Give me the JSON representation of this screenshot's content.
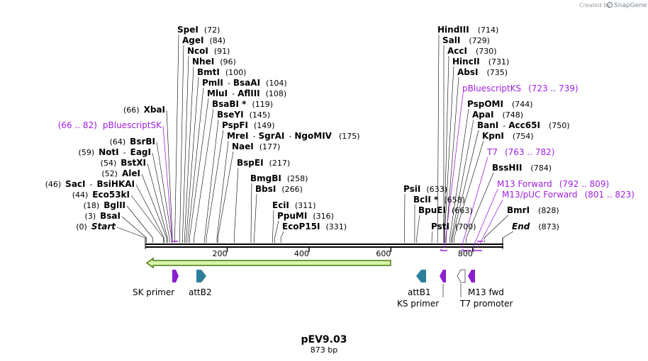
{
  "credit": {
    "prefix": "Created by",
    "brand": "SnapGene"
  },
  "title": "pEV9.03",
  "subtitle": "873 bp",
  "length": 873,
  "ruler": [
    {
      "value": 200,
      "label": "200"
    },
    {
      "value": 400,
      "label": "400"
    },
    {
      "value": 600,
      "label": "600"
    },
    {
      "value": 800,
      "label": "800"
    }
  ],
  "sites_left": [
    {
      "name": "SpeI",
      "pos": "(72)",
      "bp": 72
    },
    {
      "name": "AgeI",
      "pos": "(84)",
      "bp": 84
    },
    {
      "name": "NcoI",
      "pos": "(91)",
      "bp": 91
    },
    {
      "name": "NheI",
      "pos": "(96)",
      "bp": 96
    },
    {
      "name": "BmtI",
      "pos": "(100)",
      "bp": 100
    },
    {
      "name": "PmlI",
      "extra": "BsaAI",
      "pos": "(104)",
      "bp": 104
    },
    {
      "name": "MluI",
      "extra": "AflIII",
      "pos": "(108)",
      "bp": 108
    },
    {
      "name": "BsaBI *",
      "pos": "(119)",
      "bp": 119
    },
    {
      "name": "BseYI",
      "pos": "(145)",
      "bp": 145
    },
    {
      "name": "PspFI",
      "pos": "(149)",
      "bp": 149
    },
    {
      "name": "MreI",
      "extra": "SgrAI",
      "extra2": "NgoMIV",
      "pos": "(175)",
      "bp": 175
    },
    {
      "name": "NaeI",
      "pos": "(177)",
      "bp": 177
    },
    {
      "name": "BspEI",
      "pos": "(217)",
      "bp": 217
    },
    {
      "name": "BmgBI",
      "pos": "(258)",
      "bp": 258
    },
    {
      "name": "BbsI",
      "pos": "(266)",
      "bp": 266
    },
    {
      "name": "EciI",
      "pos": "(311)",
      "bp": 311
    },
    {
      "name": "PpuMI",
      "pos": "(316)",
      "bp": 316
    },
    {
      "name": "EcoP15I",
      "pos": "(331)",
      "bp": 331
    }
  ],
  "sites_far_left": [
    {
      "name": "XbaI",
      "pos": "(66)",
      "bp": 66
    },
    {
      "name": "BsrBI",
      "pos": "(64)",
      "bp": 64
    },
    {
      "name": "NotI",
      "extra": "EagI",
      "pos": "(59)",
      "bp": 59
    },
    {
      "name": "BstXI",
      "pos": "(54)",
      "bp": 54
    },
    {
      "name": "AleI",
      "pos": "(52)",
      "bp": 52
    },
    {
      "name": "SacI",
      "extra": "BsiHKAI",
      "pos": "(46)",
      "bp": 46
    },
    {
      "name": "Eco53kI",
      "pos": "(44)",
      "bp": 44
    },
    {
      "name": "BglII",
      "pos": "(18)",
      "bp": 18
    },
    {
      "name": "BsaI",
      "pos": "(3)",
      "bp": 3
    },
    {
      "name": "Start",
      "pos": "(0)",
      "bp": 0
    }
  ],
  "sites_right": [
    {
      "name": "HindIII",
      "pos": "(714)",
      "bp": 714
    },
    {
      "name": "SalI",
      "pos": "(729)",
      "bp": 729
    },
    {
      "name": "AccI",
      "pos": "(730)",
      "bp": 730
    },
    {
      "name": "HincII",
      "pos": "(731)",
      "bp": 731
    },
    {
      "name": "AbsI",
      "pos": "(735)",
      "bp": 735
    },
    {
      "name": "PspOMI",
      "pos": "(744)",
      "bp": 744
    },
    {
      "name": "ApaI",
      "pos": "(748)",
      "bp": 748
    },
    {
      "name": "BanI",
      "extra": "Acc65I",
      "pos": "(750)",
      "bp": 750
    },
    {
      "name": "KpnI",
      "pos": "(754)",
      "bp": 754
    },
    {
      "name": "BssHII",
      "pos": "(784)",
      "bp": 784
    },
    {
      "name": "BmrI",
      "pos": "(828)",
      "bp": 828
    },
    {
      "name": "End",
      "pos": "(873)",
      "bp": 873
    }
  ],
  "sites_mid": [
    {
      "name": "PsiI",
      "pos": "(633)",
      "bp": 633
    },
    {
      "name": "BclI *",
      "pos": "(658)",
      "bp": 658
    },
    {
      "name": "BpuEI",
      "pos": "(663)",
      "bp": 663
    },
    {
      "name": "PstI",
      "pos": "(700)",
      "bp": 700
    }
  ],
  "primer_labels": [
    {
      "name": "pBluescriptSK",
      "range": "(66 .. 82)"
    },
    {
      "name": "pBluescriptKS",
      "range": "(723 .. 739)"
    },
    {
      "name": "T7",
      "range": "(763 .. 782)"
    },
    {
      "name": "M13 Forward",
      "range": "(792 .. 809)"
    },
    {
      "name": "M13/pUC Forward",
      "range": "(801 .. 823)"
    }
  ],
  "features": [
    {
      "name": "SK primer",
      "color": "#8a1fd0"
    },
    {
      "name": "attB2",
      "color": "#2e7f99"
    },
    {
      "name": "attB1",
      "color": "#2e7f99"
    },
    {
      "name": "KS primer",
      "color": "#8a1fd0"
    },
    {
      "name": "M13 fwd",
      "color": "#8a1fd0"
    },
    {
      "name": "T7 promoter",
      "color": "#ffffff"
    }
  ],
  "colors": {
    "primer": "#a020e0",
    "orf_fill": "#d8f5a8",
    "orf_stroke": "#4a7a10",
    "backbone": "#000000"
  }
}
